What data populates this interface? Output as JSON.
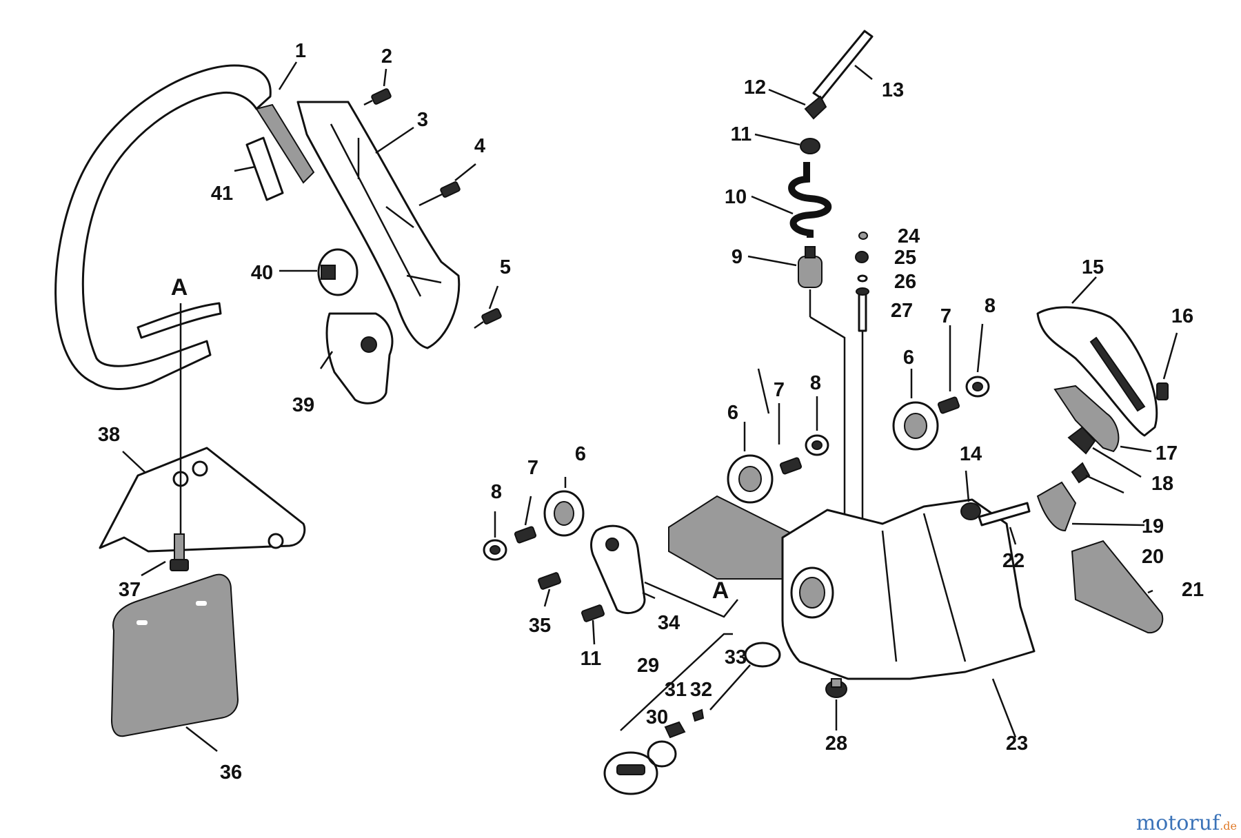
{
  "diagram": {
    "callouts": [
      "1",
      "2",
      "3",
      "4",
      "5",
      "6",
      "7",
      "8",
      "9",
      "10",
      "11",
      "12",
      "13",
      "14",
      "15",
      "16",
      "17",
      "18",
      "19",
      "20",
      "21",
      "22",
      "23",
      "24",
      "25",
      "26",
      "27",
      "28",
      "29",
      "30",
      "31",
      "32",
      "33",
      "34",
      "35",
      "36",
      "37",
      "38",
      "39",
      "40",
      "41"
    ],
    "section_marker": "A"
  },
  "watermark": {
    "brand": "motoruf",
    "tld": ".de"
  }
}
